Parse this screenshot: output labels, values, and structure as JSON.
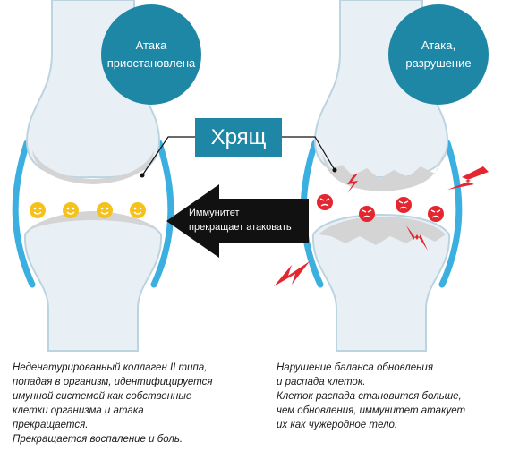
{
  "left_panel": {
    "bubble_text": "Атака\nприостановлена",
    "caption": "Неденатурированный коллаген II типа,\nпопадая в организм, идентифицируется\nимунной системой как собственные\nклетки организма и атака\nпрекращается.\nПрекращается воспаление и боль."
  },
  "center": {
    "keyword": "Хрящ",
    "arrow_text": "Иммунитет\nпрекращает атаковать"
  },
  "right_panel": {
    "bubble_text": "Атака,\nразрушение",
    "caption": "Нарушение баланса обновления\nи распада клеток.\nКлеток распада становится больше,\nчем обновления, иммунитет атакует\nих как чужеродное тело."
  },
  "colors": {
    "accent_blue": "#1e87a6",
    "membrane_blue": "#3bb0e0",
    "bone_fill": "#e8f0f5",
    "bone_outline": "#bcd3e0",
    "cartilage_gray": "#d4d4d4",
    "calm_yellow": "#f5c21b",
    "inflamed_red": "#e3262f",
    "arrow_black": "#111111"
  },
  "icons": [
    "smiley-face-icon",
    "angry-face-icon",
    "lightning-bolt-icon",
    "arrow-left-icon"
  ]
}
